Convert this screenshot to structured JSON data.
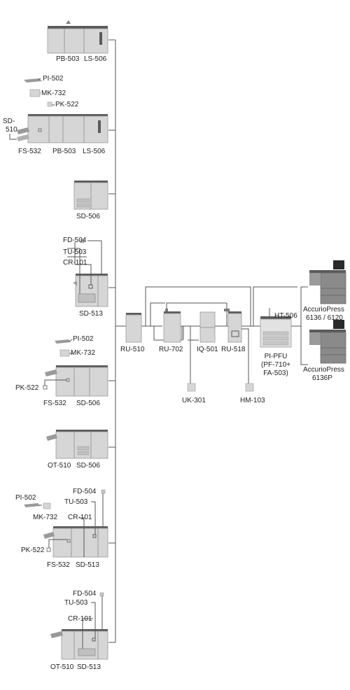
{
  "diagram": {
    "colors": {
      "line": "#555555",
      "machine": "#d6d6d6",
      "machine_dark": "#9a9a9a",
      "top_strip": "#5a5a5a",
      "text": "#222222"
    },
    "options_left": {
      "row1": {
        "pb": "PB-503",
        "ls": "LS-506"
      },
      "row2": {
        "pi": "PI-502",
        "mk": "MK-732",
        "pk": "PK-522",
        "sd_line1": "SD-",
        "sd_line2": "510",
        "fs": "FS-532",
        "pb": "PB-503",
        "ls": "LS-506"
      },
      "row3": {
        "sd": "SD-506"
      },
      "row4": {
        "fd": "FD-504",
        "tu": "TU-503",
        "cr": "CR-101",
        "sd": "SD-513"
      },
      "row5": {
        "pi": "PI-502",
        "mk": "MK-732",
        "pk": "PK-522",
        "fs": "FS-532",
        "sd": "SD-506"
      },
      "row6": {
        "ot": "OT-510",
        "sd": "SD-506"
      },
      "row7": {
        "fd": "FD-504",
        "tu": "TU-503",
        "pi": "PI-502",
        "mk": "MK-732",
        "cr": "CR-101",
        "pk": "PK-522",
        "fs": "FS-532",
        "sd": "SD-513"
      },
      "row8": {
        "fd": "FD-504",
        "tu": "TU-503",
        "cr": "CR-101",
        "ot": "OT-510",
        "sd": "SD-513"
      }
    },
    "middle": {
      "ru510": "RU-510",
      "ru702": "RU-702",
      "iq501": "IQ-501",
      "ru518": "RU-518",
      "uk301": "UK-301",
      "hm103": "HM-103",
      "ht506": "HT-506",
      "pipfu_line1": "PI-PFU",
      "pipfu_line2": "(PF-710+",
      "pipfu_line3": "FA-503)"
    },
    "right": {
      "press1_line1": "AccurioPress",
      "press1_line2": "6136 / 6120",
      "press2_line1": "AccurioPress",
      "press2_line2": "6136P"
    }
  }
}
